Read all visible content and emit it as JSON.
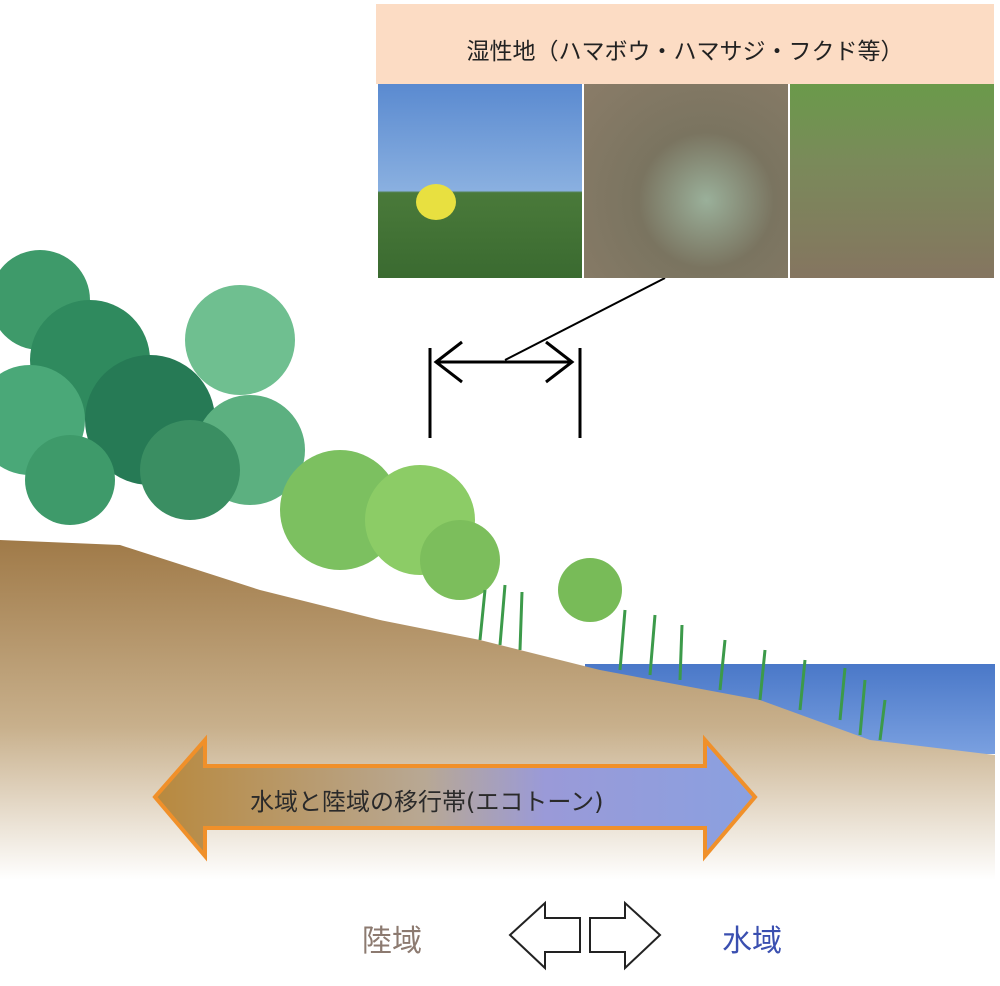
{
  "title": "湿性地（ハマボウ・ハマサジ・フクド等）",
  "photos": [
    "hamabou-photo",
    "hamasaji-photo",
    "fukudo-photo"
  ],
  "ecotone_label": "水域と陸域の移行帯(エコトーン)",
  "land_label": "陸域",
  "water_label": "水域",
  "colors": {
    "band": "#fcdcc4",
    "soil": "#a8845a",
    "water": "#4a78c8",
    "arrow_border": "#f0902a"
  }
}
